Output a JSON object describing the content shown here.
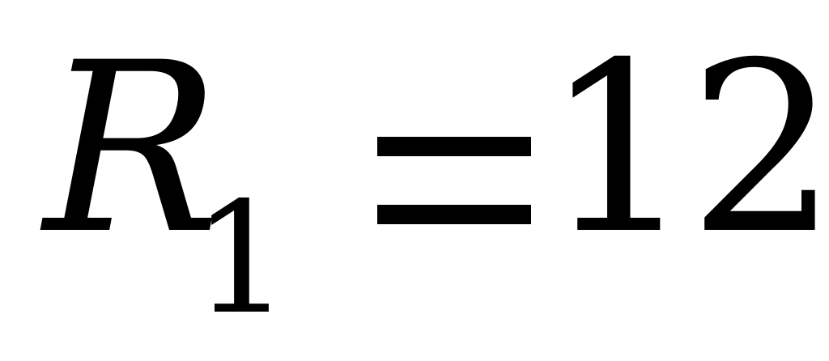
{
  "equation": {
    "variable": "R",
    "subscript": "1",
    "equals": "=",
    "value": "12"
  }
}
